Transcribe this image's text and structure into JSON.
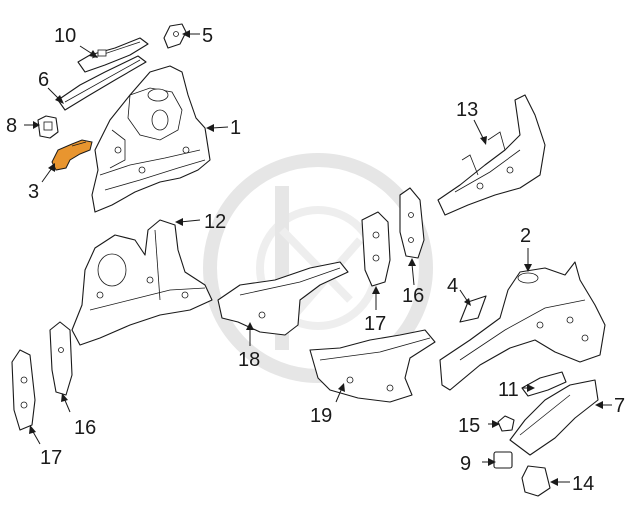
{
  "diagram": {
    "highlight_color": "#e8952f",
    "line_color": "#1a1a1a",
    "watermark_color": "#e6e6e6",
    "callouts": [
      "1",
      "2",
      "3",
      "4",
      "5",
      "6",
      "7",
      "8",
      "9",
      "10",
      "11",
      "12",
      "13",
      "14",
      "15",
      "16",
      "16",
      "17",
      "17",
      "18",
      "19"
    ]
  }
}
